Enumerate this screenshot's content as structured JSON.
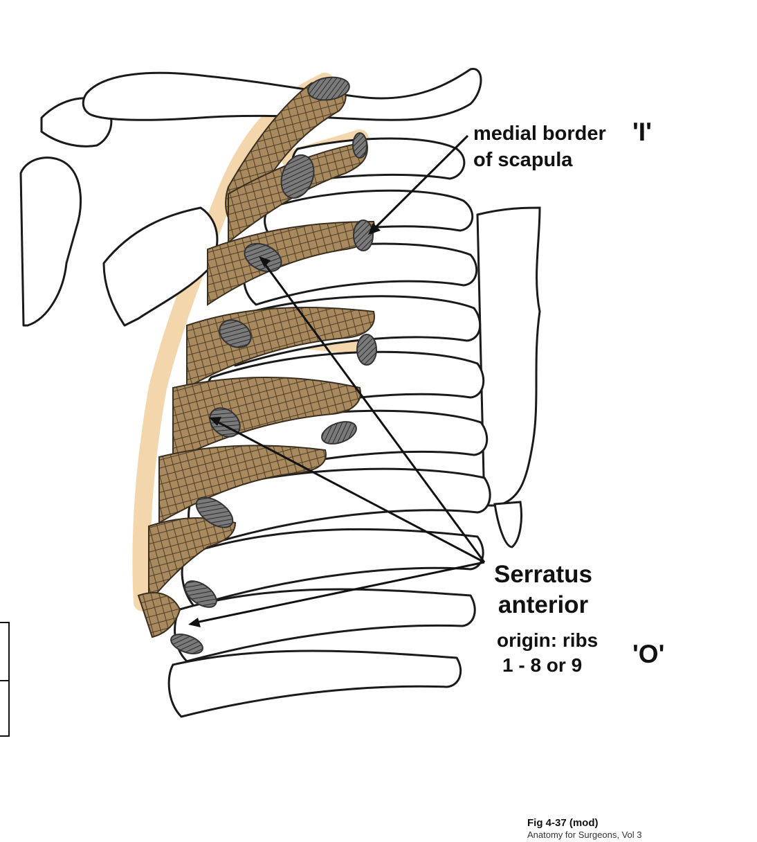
{
  "labels": {
    "medial_border_line1": "medial border",
    "medial_border_line2": "of scapula",
    "insertion_marker": "'I'",
    "muscle_name_line1": "Serratus",
    "muscle_name_line2": "anterior",
    "origin_line1": "origin: ribs",
    "origin_line2": "1 - 8 or 9",
    "origin_marker": "'O'"
  },
  "caption": {
    "figure": "Fig 4-37 (mod)",
    "source": "Anatomy for Surgeons, Vol 3"
  },
  "colors": {
    "muscle": "#a98a5e",
    "muscle_highlight": "#f3d2a4",
    "attachment_shade": "#555555",
    "bone_fill": "#ffffff",
    "line": "#1a1a1a"
  }
}
